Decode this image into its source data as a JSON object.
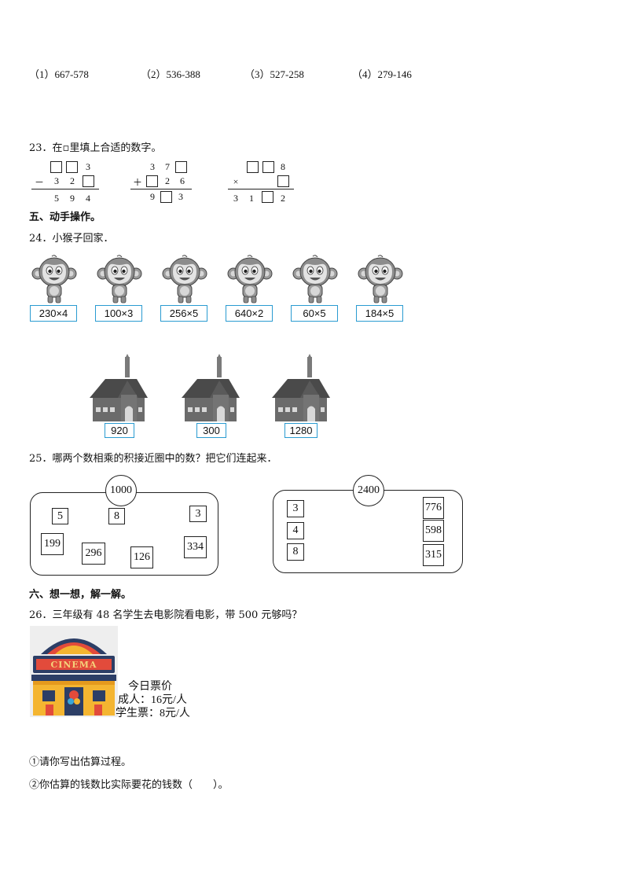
{
  "q22_items": [
    "（1）667-578",
    "（2）536-388",
    "（3）527-258",
    "（4）279-146"
  ],
  "q23": {
    "title": "23．在▫里填上合适的数字。",
    "p1": {
      "row1_digit": "3",
      "row2": [
        "－",
        "3",
        "2"
      ],
      "row3": [
        "5",
        "9",
        "4"
      ]
    },
    "p2": {
      "row1": [
        "3",
        "7"
      ],
      "row2_sign": "＋",
      "row2": [
        "2",
        "6"
      ],
      "row3": [
        "9",
        "3"
      ]
    },
    "p3": {
      "row1_digit": "8",
      "row2_sign": "×",
      "row3": [
        "3",
        "1",
        "2"
      ]
    }
  },
  "section5": "五、动手操作。",
  "q24": {
    "title": "24．小猴子回家．",
    "expressions": [
      "230×4",
      "100×3",
      "256×5",
      "640×2",
      "60×5",
      "184×5"
    ],
    "houses": [
      "920",
      "300",
      "1280"
    ]
  },
  "q25": {
    "title": "25．哪两个数相乘的积接近圈中的数？把它们连起来．",
    "left": {
      "target": "1000",
      "numbers": [
        "5",
        "8",
        "3",
        "199",
        "296",
        "126",
        "334"
      ]
    },
    "right": {
      "target": "2400",
      "left_numbers": [
        "3",
        "4",
        "8"
      ],
      "right_numbers": [
        "776",
        "598",
        "315"
      ]
    }
  },
  "section6": "六、想一想，解一解。",
  "q26": {
    "title": "26．三年级有 48 名学生去电影院看电影，带 500 元够吗？",
    "sign": "CINEMA",
    "price_title": "今日票价",
    "adult": "成人：16元/人",
    "student": "学生票：8元/人",
    "sub1": "①请你写出估算过程。",
    "sub2": "②你估算的钱数比实际要花的钱数（　　）。"
  },
  "colors": {
    "expr_border": "#2a9bd1",
    "house_gray": "#6b6b6b",
    "cinema_yellow": "#f4b531",
    "cinema_navy": "#2c3e66"
  }
}
